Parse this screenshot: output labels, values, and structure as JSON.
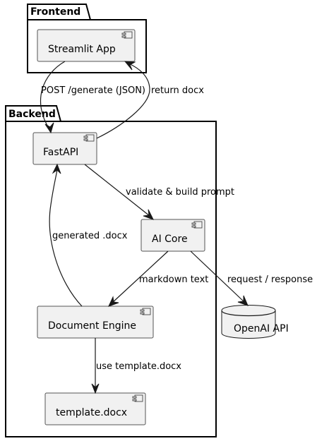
{
  "packages": {
    "frontend": {
      "title": "Frontend"
    },
    "backend": {
      "title": "Backend"
    }
  },
  "components": {
    "streamlit": "Streamlit App",
    "fastapi": "FastAPI",
    "ai_core": "AI Core",
    "doc_engine": "Document Engine",
    "template": "template.docx"
  },
  "database": {
    "openai": "OpenAI API"
  },
  "edges": {
    "post_generate": "POST /generate (JSON)",
    "return_docx": "return docx",
    "validate": "validate & build prompt",
    "generated": "generated .docx",
    "markdown": "markdown text",
    "request": "request / response",
    "use_template": "use template.docx"
  }
}
